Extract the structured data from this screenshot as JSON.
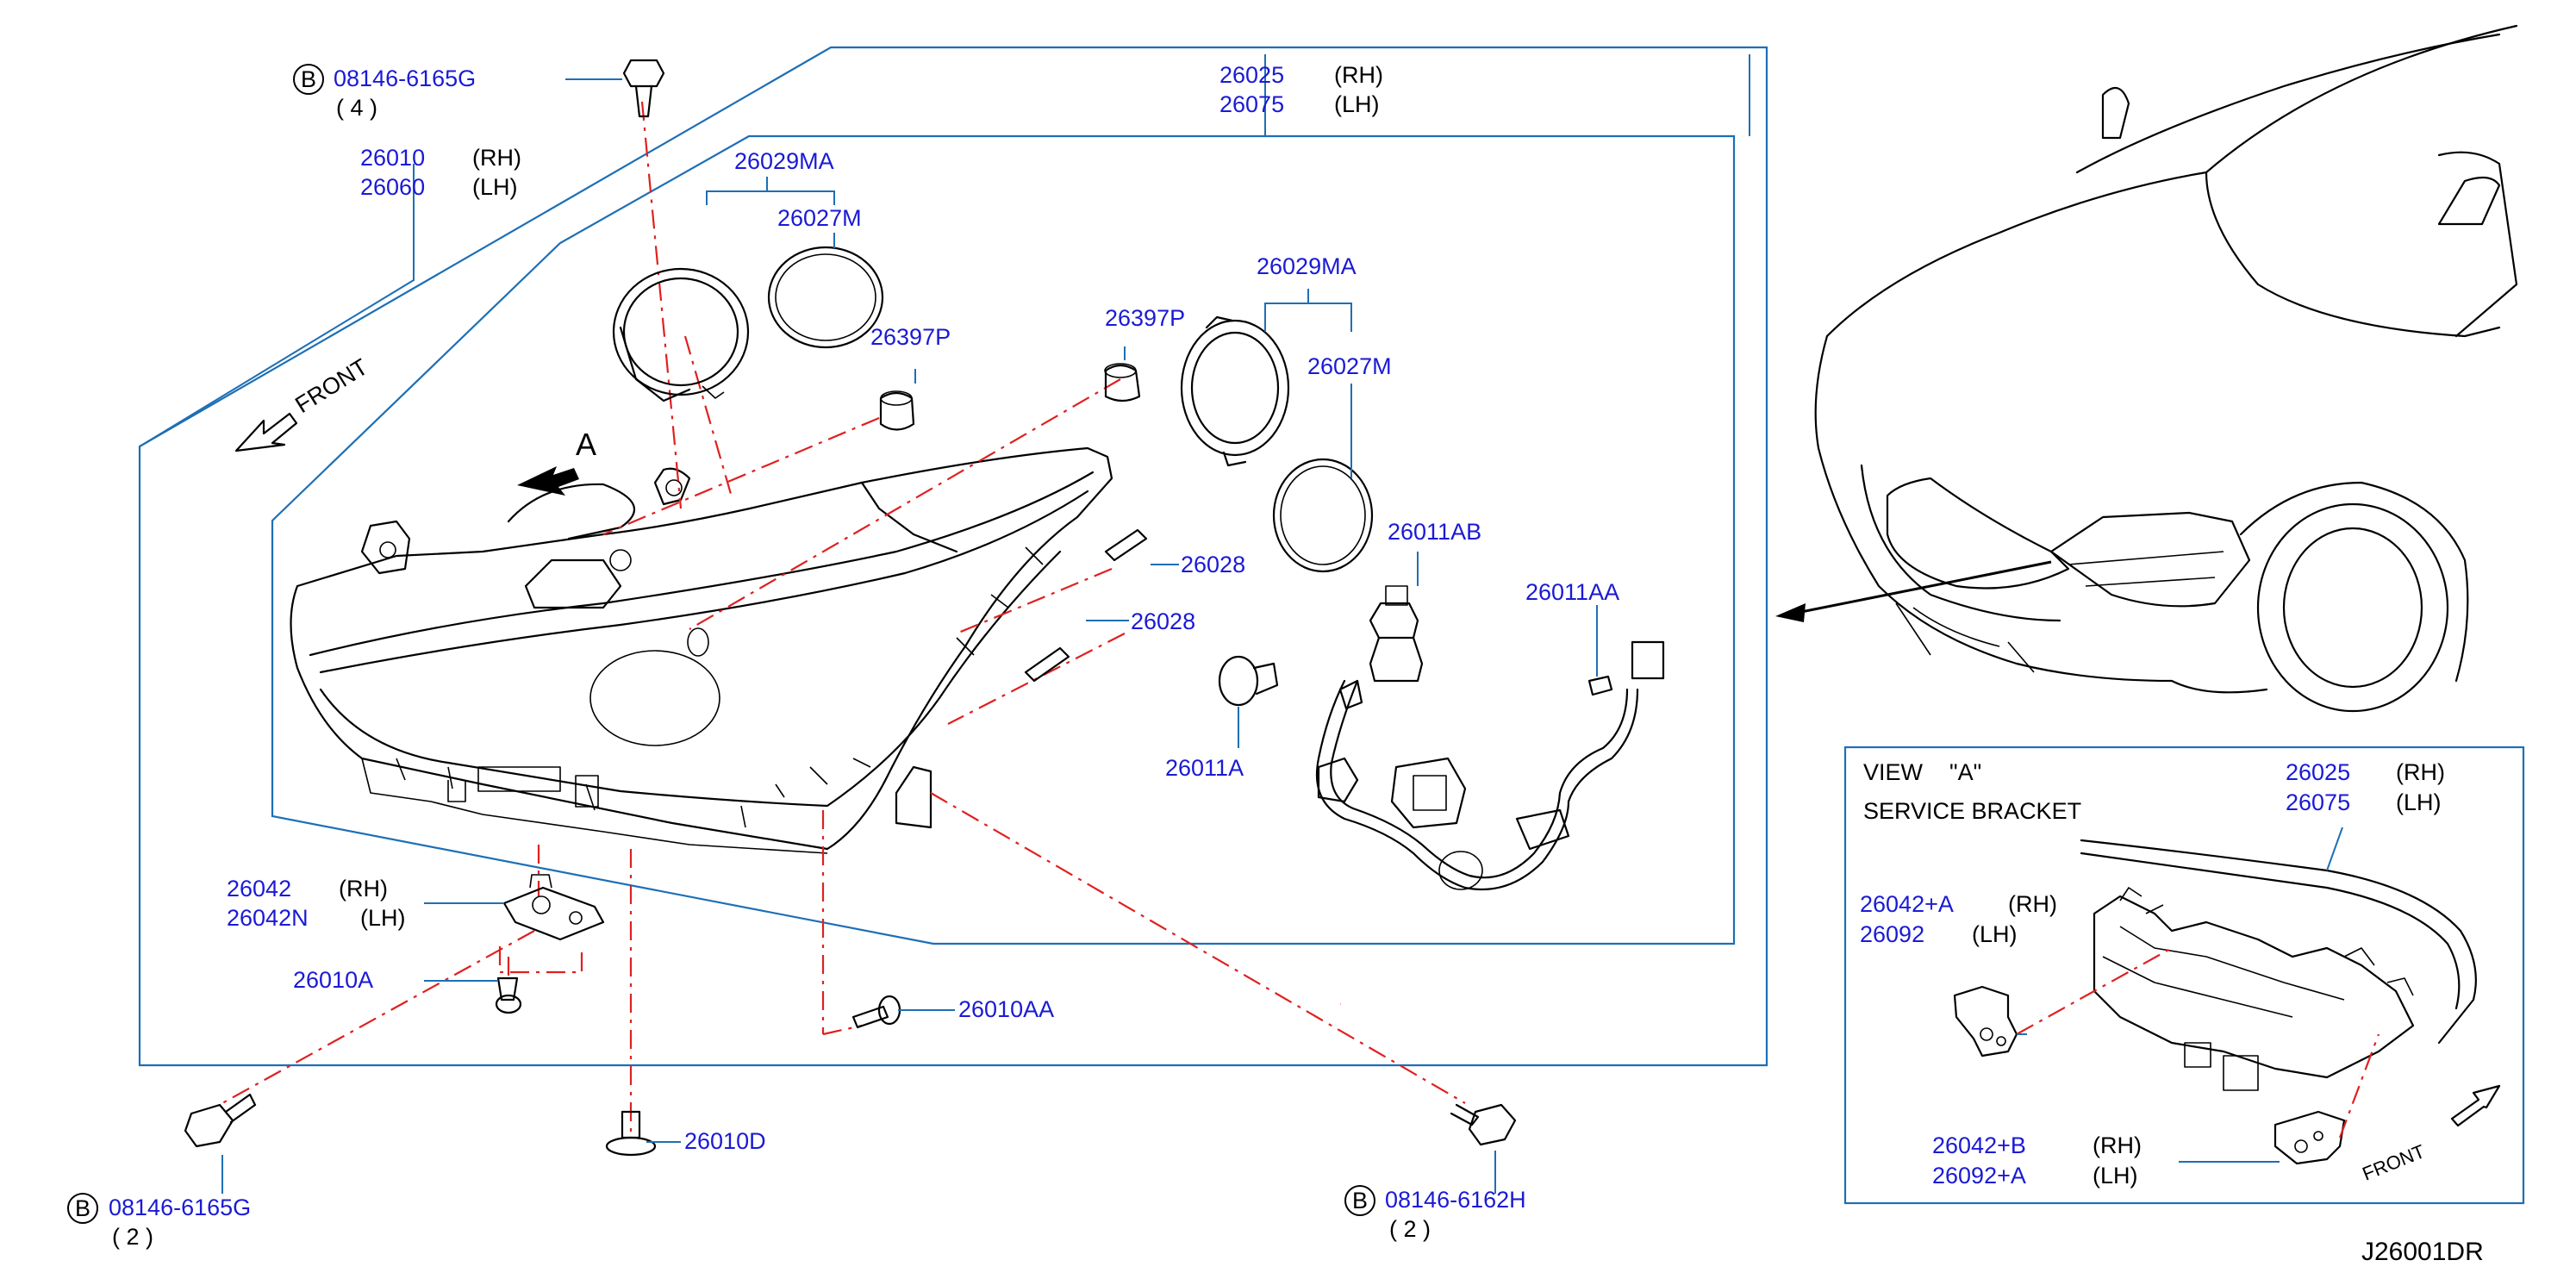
{
  "callouts": {
    "bolt_top": {
      "marker": "B",
      "part": "08146-6165G",
      "qty": "( 4 )"
    },
    "bolt_bottom_left": {
      "marker": "B",
      "part": "08146-6165G",
      "qty": "( 2 )"
    },
    "bolt_bottom_right": {
      "marker": "B",
      "part": "08146-6162H",
      "qty": "( 2 )"
    },
    "assembly": {
      "rh": "26010",
      "lh": "26060",
      "rh_side": "(RH)",
      "lh_side": "(LH)"
    },
    "housing": {
      "rh": "26025",
      "lh": "26075",
      "rh_side": "(RH)",
      "lh_side": "(LH)"
    },
    "cap_left": "26029MA",
    "seal_left": "26027M",
    "socket_left": "26397P",
    "socket_right": "26397P",
    "cap_right": "26029MA",
    "seal_right": "26027M",
    "pin_upper": "26028",
    "pin_lower": "26028",
    "bulb_main": "26011AB",
    "bulb_small": "26011A",
    "bulb_aux": "26011AA",
    "bracket": {
      "rh": "26042",
      "lh": "26042N",
      "rh_side": "(RH)",
      "lh_side": "(LH)"
    },
    "screw_a": "26010A",
    "screw_aa": "26010AA",
    "screw_d": "26010D"
  },
  "labels": {
    "front": "FRONT",
    "view_arrow": "A",
    "diagram_code": "J26001DR"
  },
  "inset": {
    "title_line1": "VIEW",
    "title_view": "\"A\"",
    "title_line2": "SERVICE  BRACKET",
    "housing": {
      "rh": "26025",
      "lh": "26075",
      "rh_side": "(RH)",
      "lh_side": "(LH)"
    },
    "bracket_a": {
      "rh": "26042+A",
      "lh": "26092",
      "rh_side": "(RH)",
      "lh_side": "(LH)"
    },
    "bracket_b": {
      "rh": "26042+B",
      "lh": "26092+A",
      "rh_side": "(RH)",
      "lh_side": "(LH)"
    },
    "front": "FRONT"
  },
  "colors": {
    "part_number": "#1a1ad6",
    "leader": "#1d6fb5",
    "centerline": "#e02020",
    "line": "#000000"
  }
}
